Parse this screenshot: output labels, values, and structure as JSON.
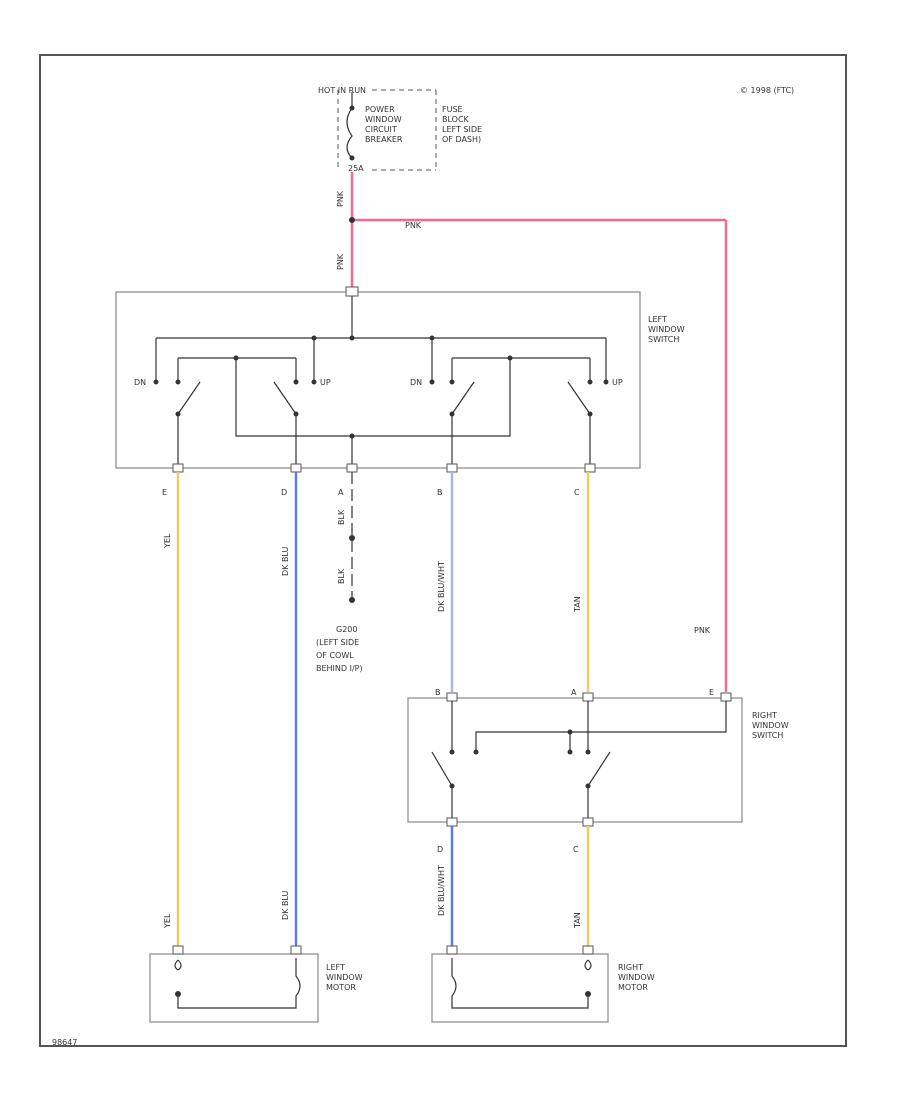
{
  "copyright": "© 1998 (FTC)",
  "diagram_id": "98647",
  "colors": {
    "pink": "#f26a8d",
    "yellow": "#e8cf6a",
    "blue": "#5b7de0",
    "light_blue": "#aab6ea",
    "black": "#333333"
  },
  "power": {
    "source": "HOT IN RUN",
    "breaker": [
      "POWER",
      "WINDOW",
      "CIRCUIT",
      "BREAKER"
    ],
    "breaker_amp": "25A",
    "fuse_block": [
      "FUSE",
      "BLOCK",
      "LEFT SIDE",
      "OF DASH)"
    ]
  },
  "left_switch": {
    "label": [
      "LEFT",
      "WINDOW",
      "SWITCH"
    ],
    "contacts": [
      "DN",
      "UP",
      "DN",
      "UP"
    ],
    "pins": [
      "E",
      "D",
      "A",
      "B",
      "C"
    ]
  },
  "right_switch": {
    "label": [
      "RIGHT",
      "WINDOW",
      "SWITCH"
    ],
    "pins": [
      "B",
      "A",
      "E"
    ],
    "lower_pins": [
      "D",
      "C"
    ]
  },
  "wires": {
    "pink_top": "PNK",
    "pink_between": "PNK",
    "pink_main": "PNK",
    "pink_right": "PNK",
    "left_e": "YEL",
    "left_d": "DK BLU",
    "ground_top": "BLK",
    "ground_bottom": "BLK",
    "left_b": "DK BLU/WHT",
    "left_c": "TAN",
    "right_d": "DK BLU/WHT",
    "right_c": "TAN",
    "motor_left_1": "YEL",
    "motor_left_2": "DK BLU",
    "motor_right_1": "DK BLU/WHT",
    "motor_right_2": "TAN"
  },
  "ground": [
    "G200",
    "(LEFT SIDE",
    "OF COWL",
    "BEHIND I/P)"
  ],
  "left_motor": [
    "LEFT",
    "WINDOW",
    "MOTOR"
  ],
  "right_motor": [
    "RIGHT",
    "WINDOW",
    "MOTOR"
  ]
}
